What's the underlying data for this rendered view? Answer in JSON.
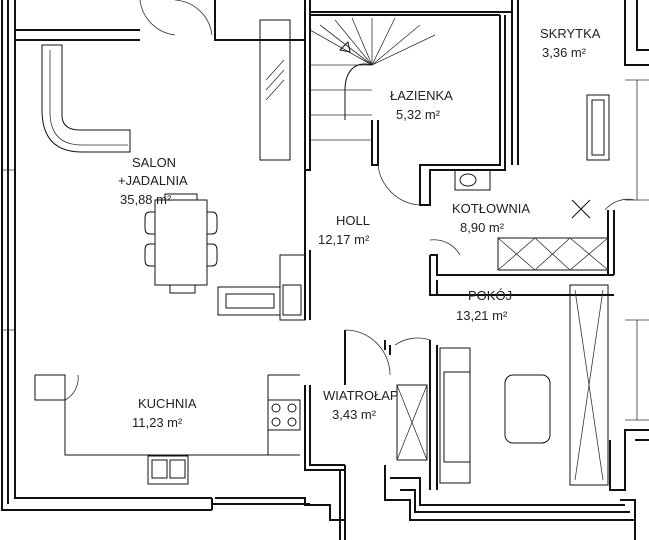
{
  "floor_plan": {
    "area_unit": "m²",
    "rooms": [
      {
        "name": "SALON\n+JADALNIA",
        "area": "35,88 m²"
      },
      {
        "name": "HOLL",
        "area": "12,17 m²"
      },
      {
        "name": "ŁAZIENKA",
        "area": "5,32 m²"
      },
      {
        "name": "SKRYTKA",
        "area": "3,36 m²"
      },
      {
        "name": "KOTŁOWNIA",
        "area": "8,90 m²"
      },
      {
        "name": "POKÓJ",
        "area": "13,21 m²"
      },
      {
        "name": "KUCHNIA",
        "area": "11,23 m²"
      },
      {
        "name": "WIATROŁAP",
        "area": "3,43 m²"
      }
    ]
  }
}
